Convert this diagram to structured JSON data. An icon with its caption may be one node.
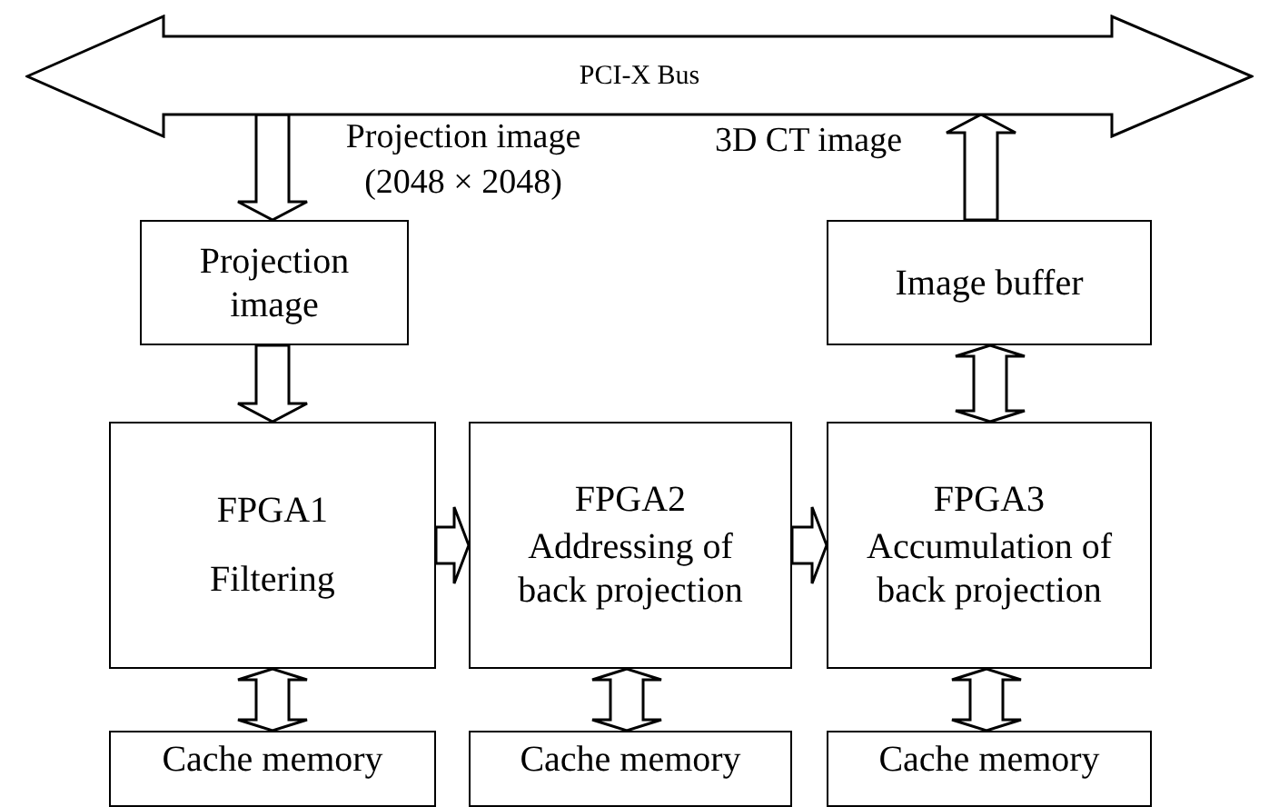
{
  "diagram": {
    "nodes": [
      {
        "text": [
          "PCI-X Bus"
        ]
      },
      {
        "text": [
          "Projection image"
        ]
      },
      {
        "text": [
          "Image buffer"
        ]
      },
      {
        "text": [
          "FPGA1",
          "Filtering"
        ]
      },
      {
        "text": [
          "FPGA2",
          "Addressing of back projection"
        ]
      },
      {
        "text": [
          "FPGA3",
          "Accumulation of back projection"
        ]
      },
      {
        "text": [
          "Cache memory"
        ]
      },
      {
        "text": [
          "Cache memory"
        ]
      },
      {
        "text": [
          "Cache memory"
        ]
      }
    ],
    "edges": [
      {
        "from": 0,
        "to": 1,
        "arrow": "to",
        "label": "Projection image (2048 × 2048)"
      },
      {
        "from": 2,
        "to": 0,
        "arrow": "to",
        "label": "3D CT image"
      },
      {
        "from": 1,
        "to": 3,
        "arrow": "to"
      },
      {
        "from": 3,
        "to": 4,
        "arrow": "to"
      },
      {
        "from": 4,
        "to": 5,
        "arrow": "to"
      },
      {
        "from": 5,
        "to": 2,
        "arrow": "both"
      },
      {
        "from": 3,
        "to": 6,
        "arrow": "both"
      },
      {
        "from": 4,
        "to": 7,
        "arrow": "both"
      },
      {
        "from": 5,
        "to": 8,
        "arrow": "both"
      }
    ]
  }
}
